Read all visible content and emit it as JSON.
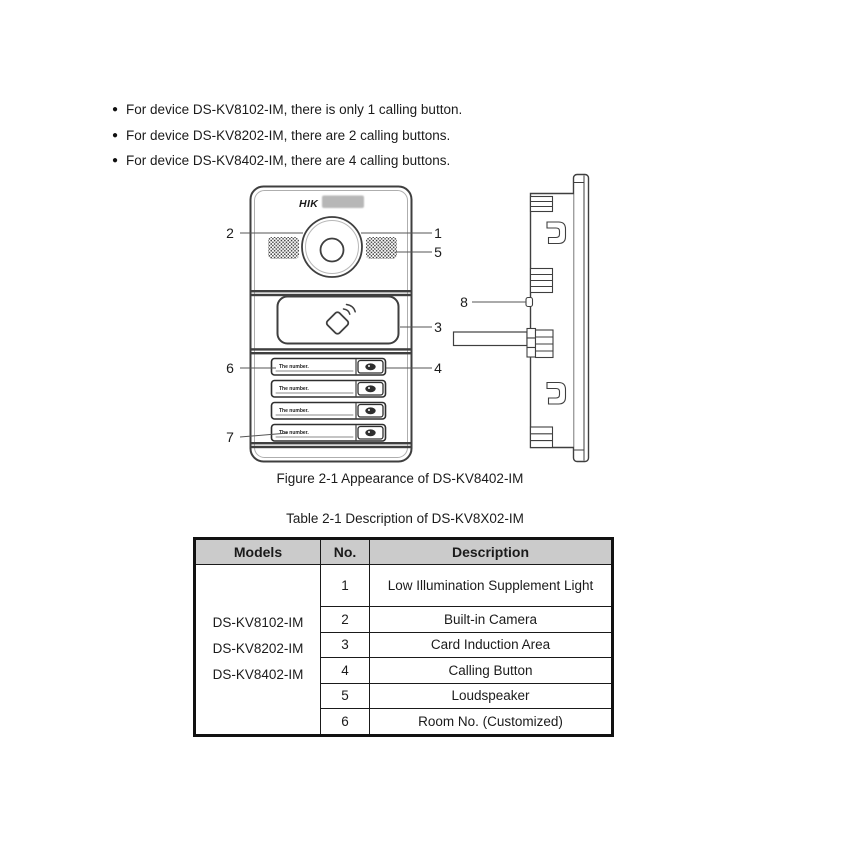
{
  "document": {
    "bullets": [
      "For device DS-KV8102-IM, there is only 1 calling button.",
      "For device DS-KV8202-IM, there are 2 calling buttons.",
      "For device DS-KV8402-IM, there are 4 calling buttons."
    ],
    "figure_caption": "Figure 2-1 Appearance of DS-KV8402-IM",
    "table_title": "Table 2-1 Description of DS-KV8X02-IM"
  },
  "diagram": {
    "logo_text": "HIK",
    "room_label": "The number.",
    "callouts": {
      "c1": "1",
      "c2": "2",
      "c3": "3",
      "c4": "4",
      "c5": "5",
      "c6": "6",
      "c7": "7",
      "c8": "8"
    }
  },
  "table": {
    "headers": [
      "Models",
      "No.",
      "Description"
    ],
    "models": [
      "DS-KV8102-IM",
      "DS-KV8202-IM",
      "DS-KV8402-IM"
    ],
    "rows": [
      {
        "no": "1",
        "description": "Low Illumination Supplement Light"
      },
      {
        "no": "2",
        "description": "Built-in Camera"
      },
      {
        "no": "3",
        "description": "Card Induction Area"
      },
      {
        "no": "4",
        "description": "Calling Button"
      },
      {
        "no": "5",
        "description": "Loudspeaker"
      },
      {
        "no": "6",
        "description": "Room No. (Customized)"
      }
    ],
    "colors": {
      "header_bg": "#cbcbcb",
      "border": "#1a1a1a",
      "line_art": "#3f3f3f"
    }
  }
}
